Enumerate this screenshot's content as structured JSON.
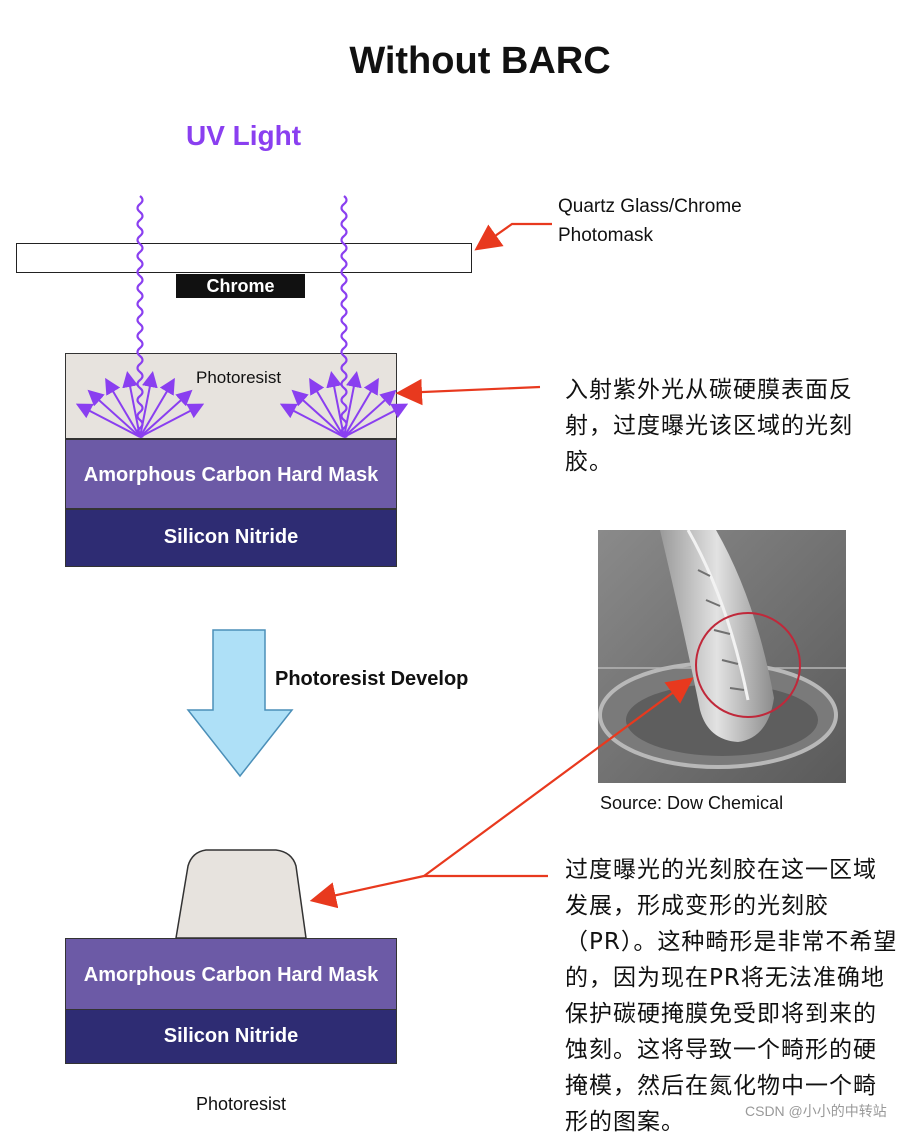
{
  "title": "Without BARC",
  "uv_light": "UV Light",
  "quartz_label_line1": "Quartz Glass/Chrome",
  "quartz_label_line2": "Photomask",
  "chrome_label": "Chrome",
  "photoresist_label": "Photoresist",
  "acm_label": "Amorphous Carbon Hard Mask",
  "sin_label": "Silicon Nitride",
  "note1": "入射紫外光从碳硬膜表面反射，过度曝光该区域的光刻胶。",
  "develop_label": "Photoresist Develop",
  "source_label": "Source: Dow Chemical",
  "pr_label": "PR",
  "note2": "过度曝光的光刻胶在这一区域发展，形成变形的光刻胶（PR）。这种畸形是非常不希望的，因为现在PR将无法准确地保护碳硬掩膜免受即将到来的蚀刻。这将导致一个畸形的硬掩模，然后在氮化物中一个畸形的图案。",
  "bottom_label": "Photoresist",
  "watermark": "CSDN @小小的中转站",
  "colors": {
    "uv": "#8a3ff0",
    "arrow_red": "#e8391e",
    "acm": "#6c5aa6",
    "sin": "#2e2c73",
    "photoresist": "#e7e3de",
    "develop_arrow": "#aee0f7"
  }
}
